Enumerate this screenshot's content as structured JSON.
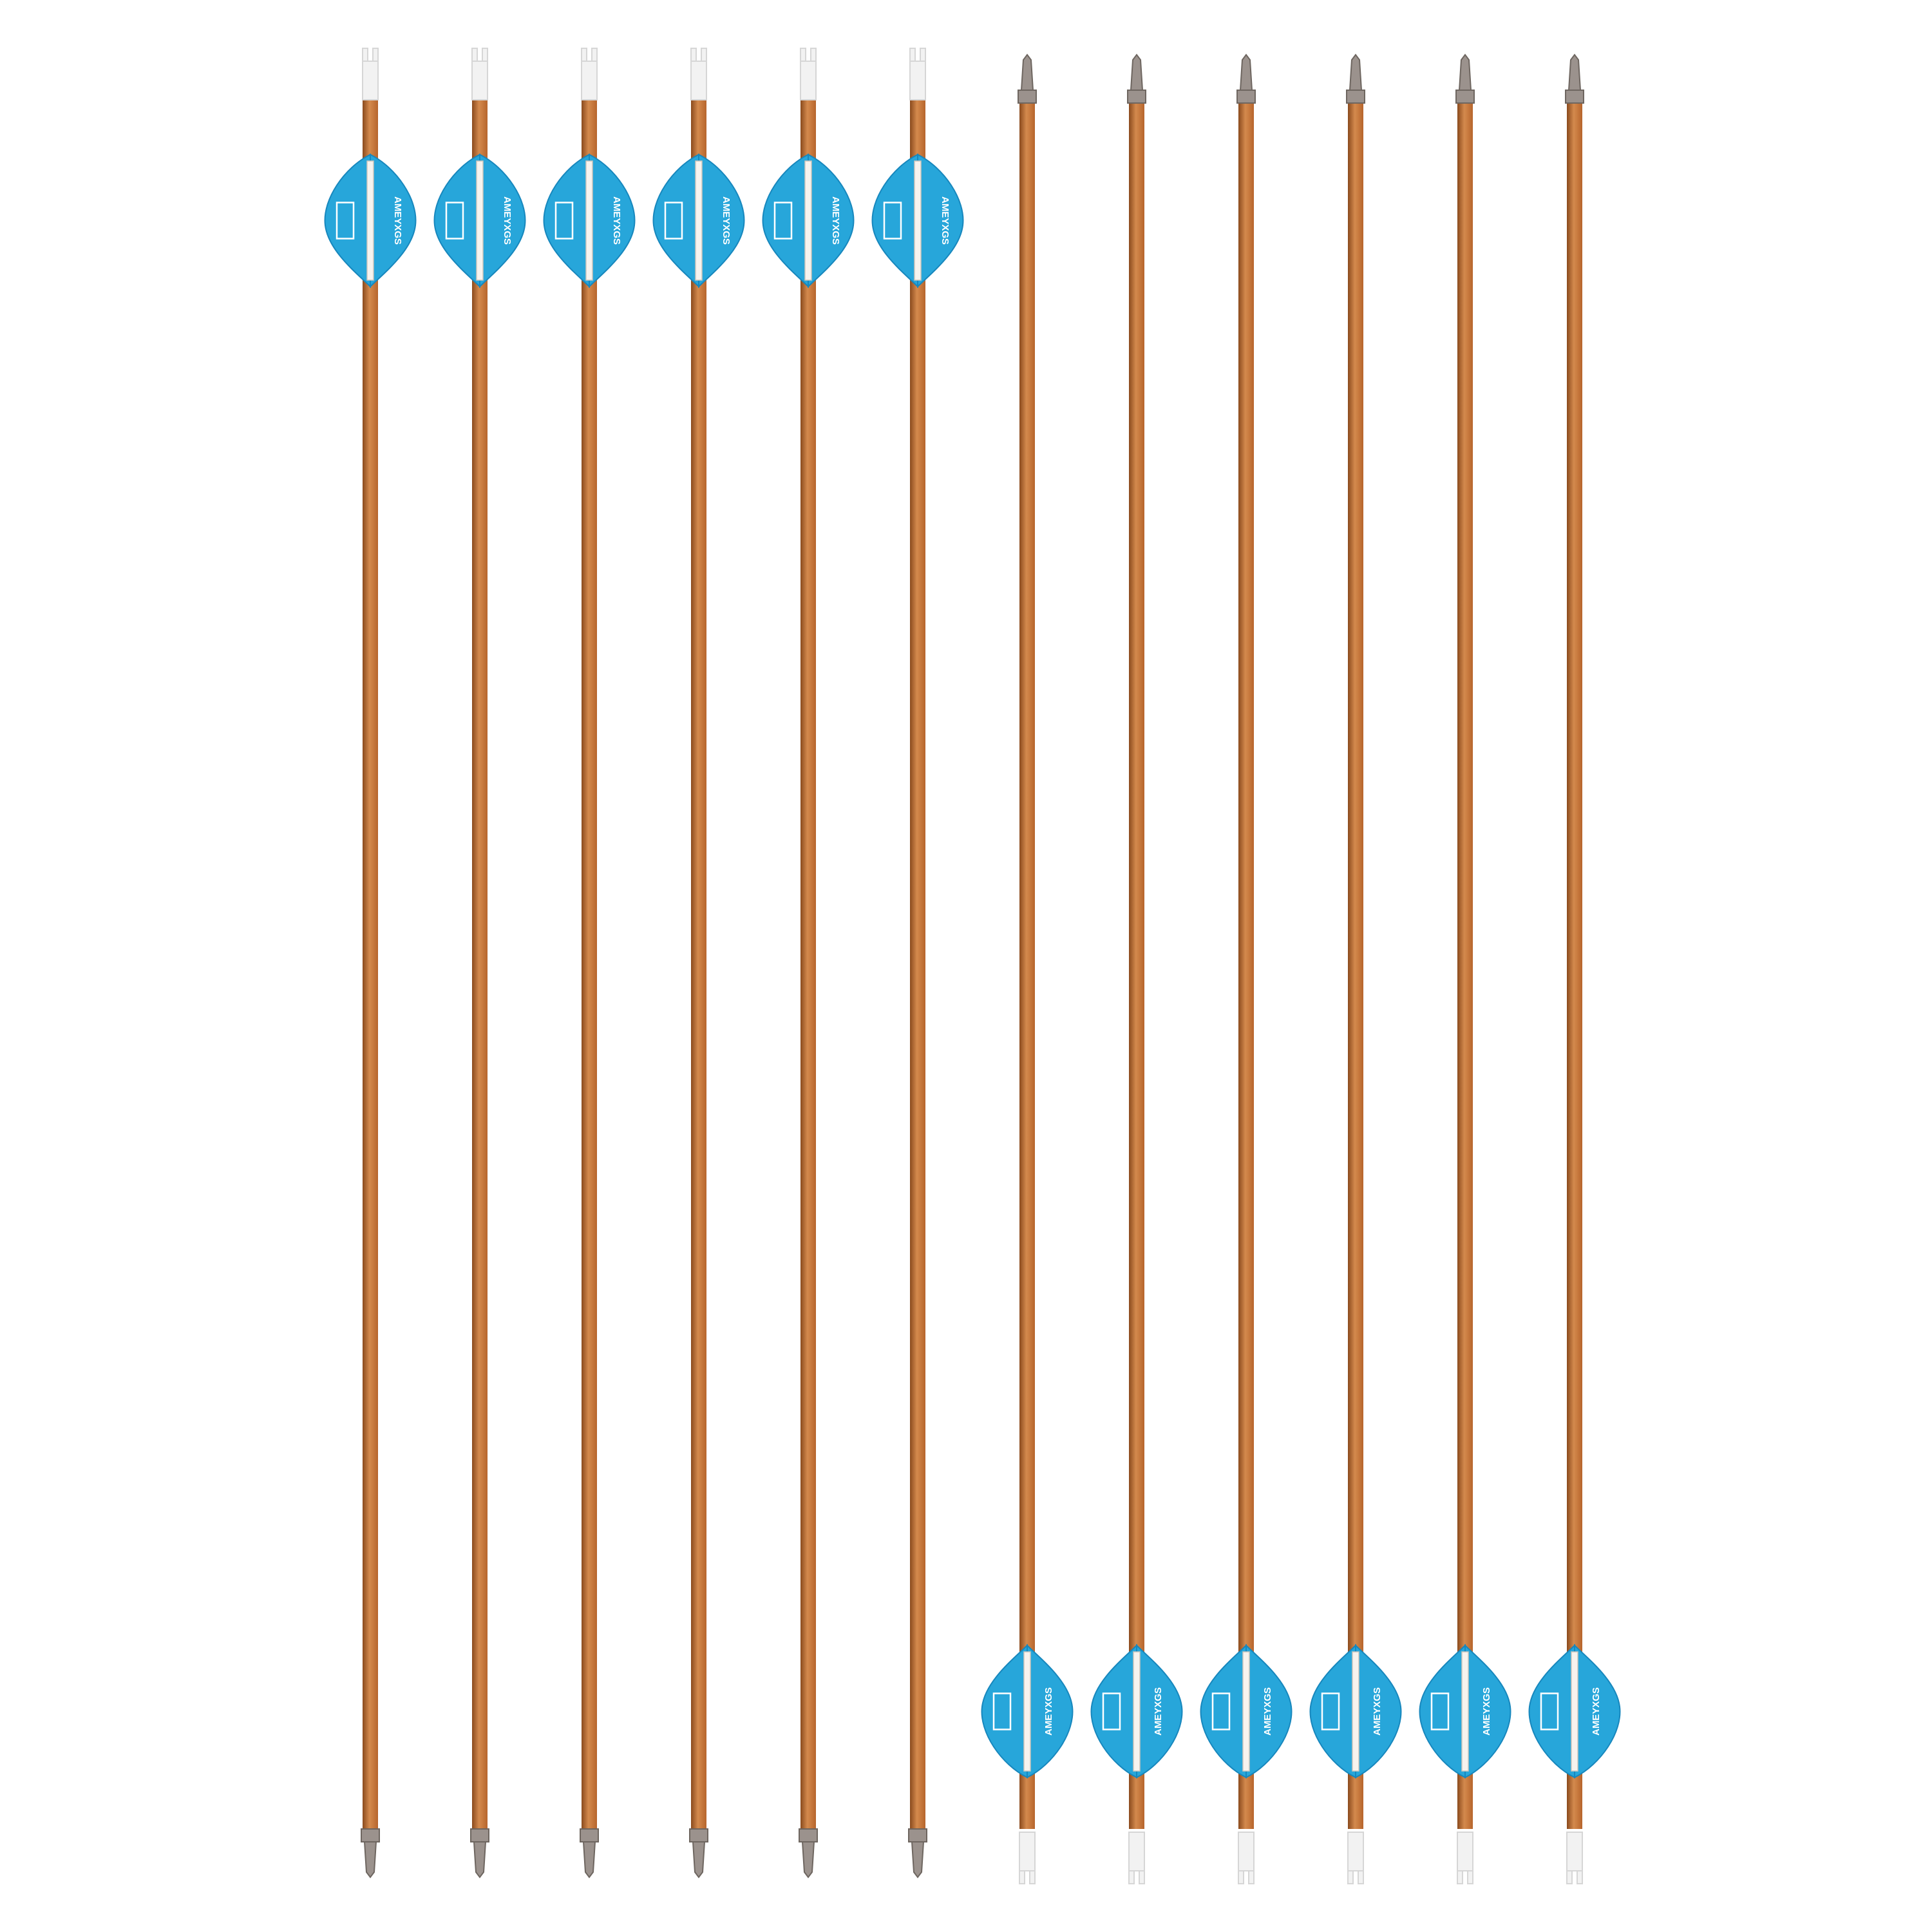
{
  "product": {
    "brand_text": "AMEYXGS",
    "arrow_count": 12,
    "arrows": [
      {
        "orientation": "nock-up"
      },
      {
        "orientation": "nock-up"
      },
      {
        "orientation": "nock-up"
      },
      {
        "orientation": "nock-up"
      },
      {
        "orientation": "nock-up"
      },
      {
        "orientation": "nock-up"
      },
      {
        "orientation": "nock-down"
      },
      {
        "orientation": "nock-down"
      },
      {
        "orientation": "nock-down"
      },
      {
        "orientation": "nock-down"
      },
      {
        "orientation": "nock-down"
      },
      {
        "orientation": "nock-down"
      }
    ]
  },
  "colors": {
    "background": "#ffffff",
    "shaft_mid": "#b7652c",
    "shaft_light": "#d48a4d",
    "shaft_dark": "#8a4a1d",
    "vane_blue": "#27a6da",
    "vane_blue_dark": "#1787bd",
    "nock_white": "#f2f2f2",
    "tip_steel": "#9b928d",
    "tip_dark": "#6e6660"
  }
}
